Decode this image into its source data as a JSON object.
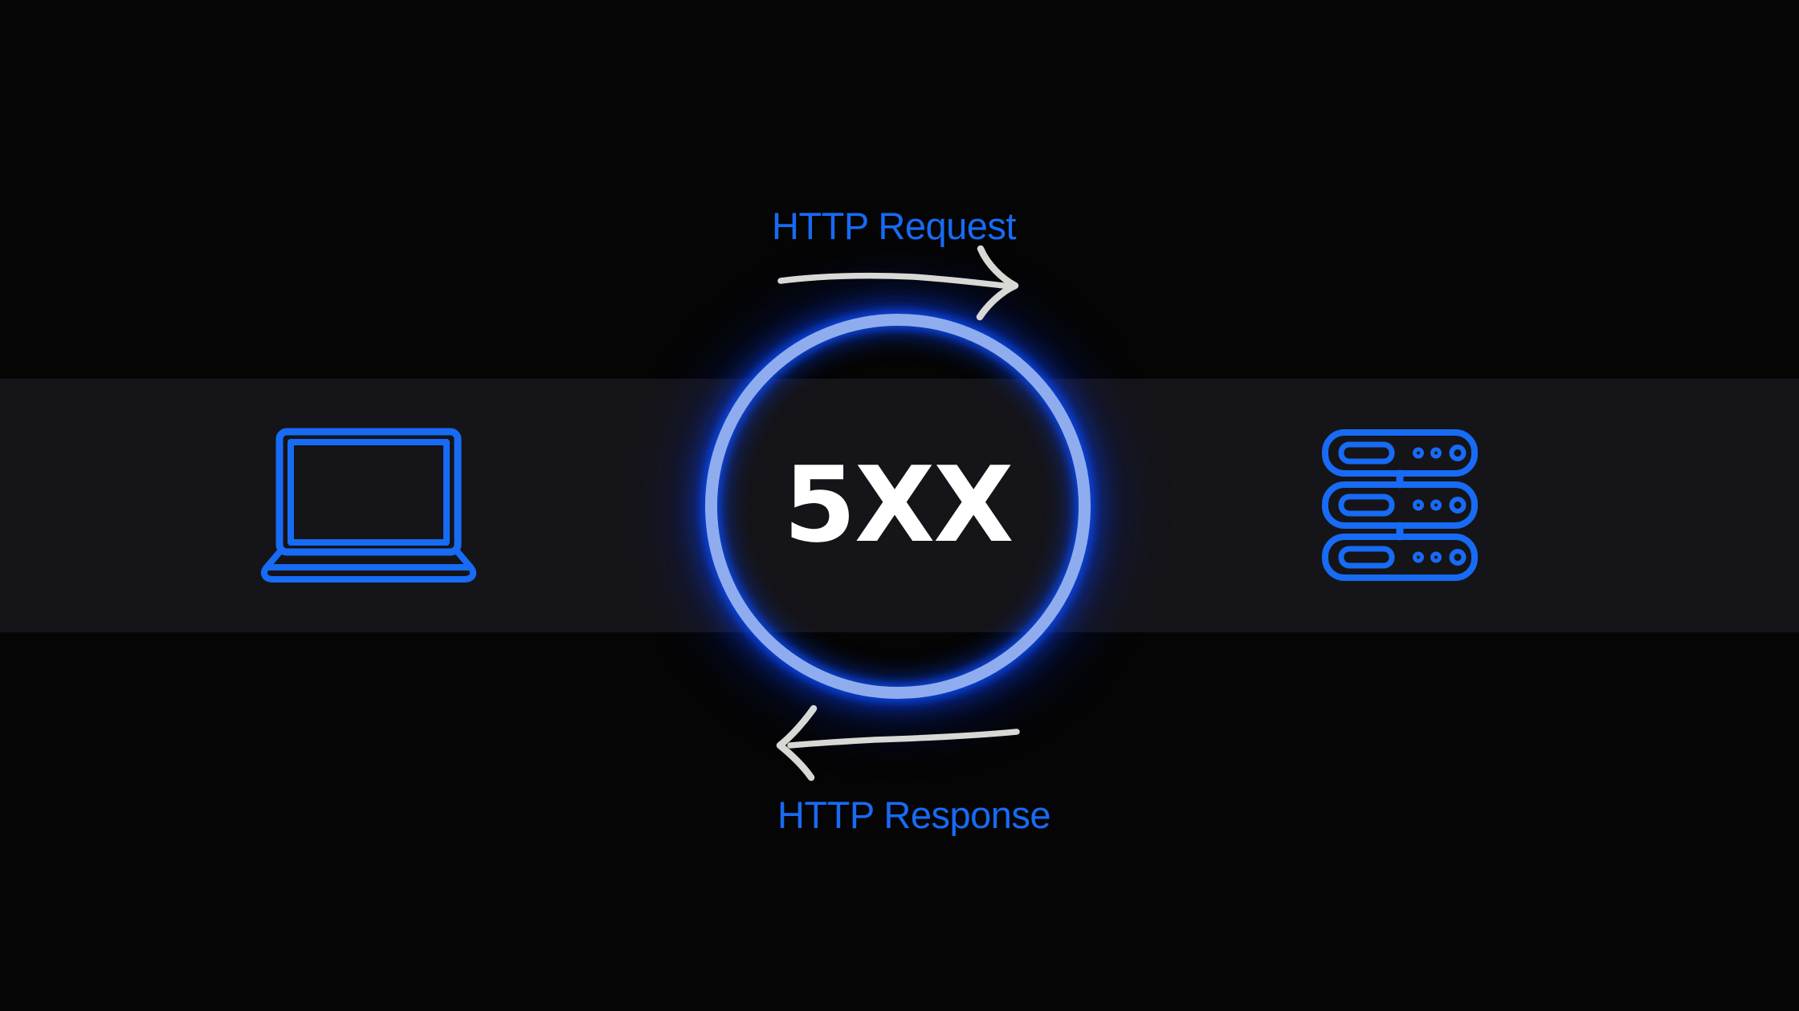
{
  "diagram": {
    "error_code": "5XX",
    "request_label": "HTTP Request",
    "response_label": "HTTP Response"
  },
  "icons": {
    "left": "laptop-icon",
    "right": "server-icon",
    "request": "request-arrow-icon",
    "response": "response-arrow-icon"
  },
  "colors": {
    "background": "#050505",
    "band": "#151418",
    "accent_blue": "#176bf4",
    "ring_core": "#8fadee",
    "ring_glow": "#0a49ee",
    "arrow": "#d8d8d5",
    "code_text": "#ffffff"
  }
}
